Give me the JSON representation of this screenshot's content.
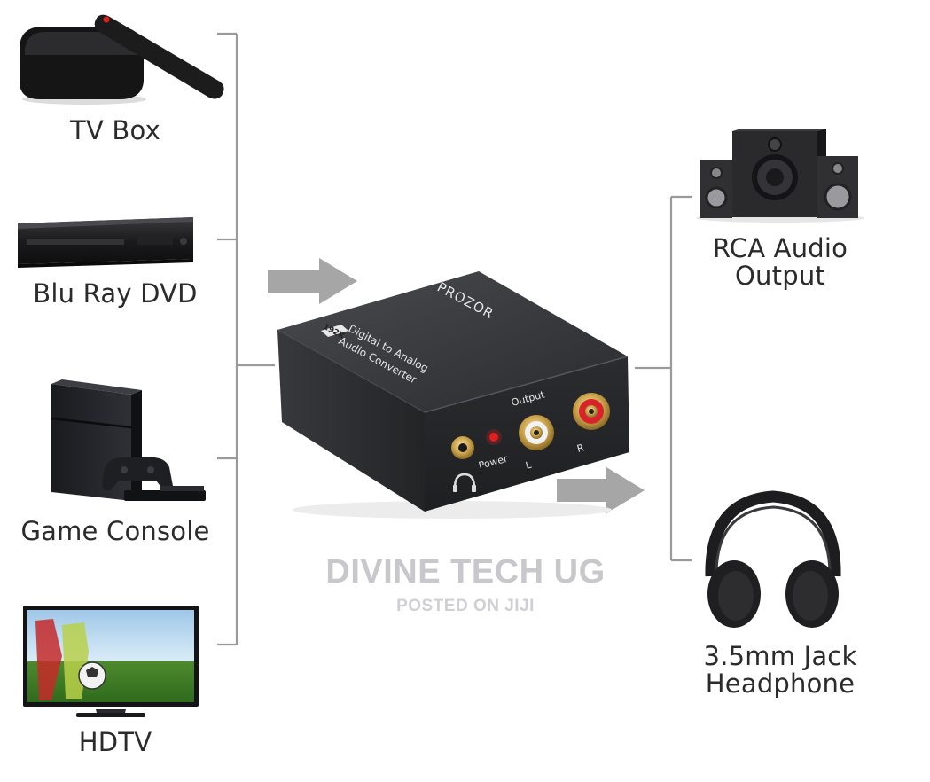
{
  "sources": [
    {
      "label": "TV Box"
    },
    {
      "label": "Blu Ray DVD"
    },
    {
      "label": "Game Console"
    },
    {
      "label": "HDTV"
    }
  ],
  "outputs": [
    {
      "label_lines": [
        "RCA Audio",
        "Output"
      ]
    },
    {
      "label_lines": [
        "3.5mm Jack",
        "Headphone"
      ]
    }
  ],
  "device": {
    "brand": "PROZOR",
    "badge": "192K",
    "title_line1": "Digital to Analog",
    "title_line2": "Audio Converter",
    "output_label": "Output",
    "power_label": "Power",
    "left_label": "L",
    "right_label": "R"
  },
  "watermark": {
    "title": "DIVINE TECH UG",
    "subtitle": "POSTED ON JIJI"
  },
  "colors": {
    "connector_line": "#9a9a9a",
    "arrow": "#a6a6a6",
    "device_body": "#2f3033",
    "rca_left": "#f2f2f2",
    "rca_right": "#d8232a",
    "power_led": "#e02020"
  }
}
